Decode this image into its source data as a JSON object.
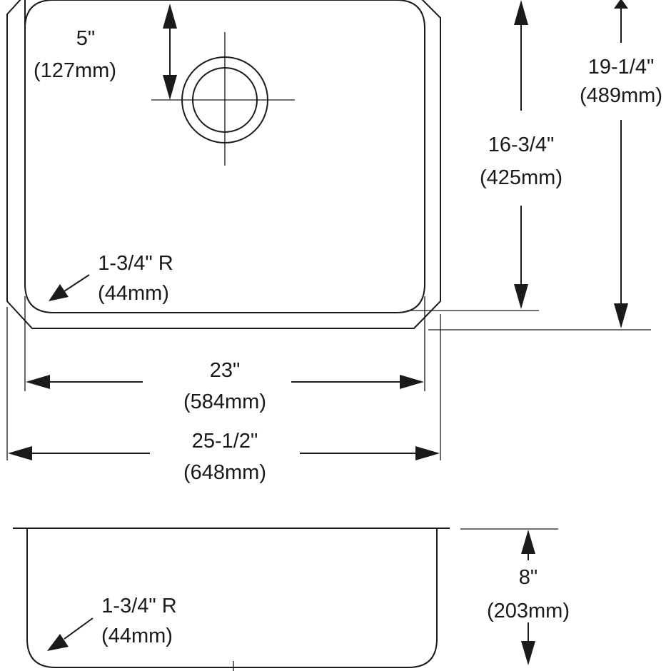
{
  "top_view": {
    "drain_offset": {
      "imperial": "5\"",
      "metric": "(127mm)"
    },
    "bowl_length": {
      "imperial": "16-3/4\"",
      "metric": "(425mm)"
    },
    "overall_length": {
      "imperial": "19-1/4\"",
      "metric": "(489mm)"
    },
    "corner_radius": {
      "imperial": "1-3/4\" R",
      "metric": "(44mm)"
    },
    "bowl_width": {
      "imperial": "23\"",
      "metric": "(584mm)"
    },
    "overall_width": {
      "imperial": "25-1/2\"",
      "metric": "(648mm)"
    }
  },
  "side_view": {
    "corner_radius": {
      "imperial": "1-3/4\" R",
      "metric": "(44mm)"
    },
    "depth": {
      "imperial": "8\"",
      "metric": "(203mm)"
    }
  }
}
